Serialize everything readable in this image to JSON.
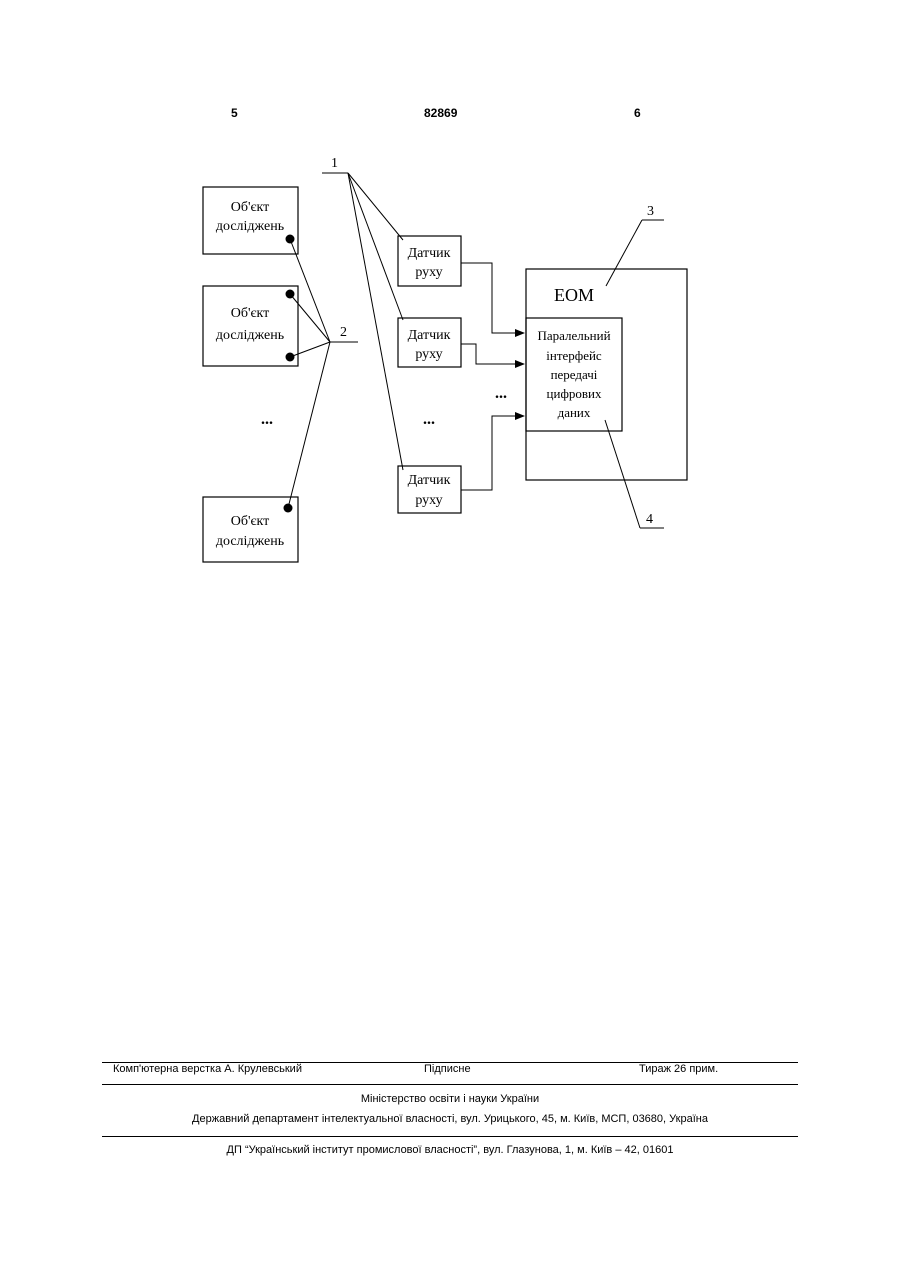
{
  "header": {
    "page_left": "5",
    "patent_number": "82869",
    "page_right": "6"
  },
  "diagram": {
    "objects": [
      {
        "line1": "Об'єкт",
        "line2": "досліджень"
      },
      {
        "line1": "Об'єкт",
        "line2": "досліджень"
      },
      {
        "line1": "Об'єкт",
        "line2": "досліджень"
      }
    ],
    "sensors": [
      {
        "line1": "Датчик",
        "line2": "руху"
      },
      {
        "line1": "Датчик",
        "line2": "руху"
      },
      {
        "line1": "Датчик",
        "line2": "руху"
      }
    ],
    "ellipsis": "...",
    "computer_label": "ЕОМ",
    "interface_lines": [
      "Паралельний",
      "інтерфейс",
      "передачі",
      "цифрових",
      "даних"
    ],
    "callouts": [
      "1",
      "2",
      "3",
      "4"
    ]
  },
  "footer": {
    "layout": "Комп'ютерна верстка А. Крулевський",
    "signed": "Підписне",
    "print_run": "Тираж 26 прим.",
    "ministry": "Міністерство освіти і науки України",
    "department": "Державний департамент інтелектуальної власності, вул. Урицького, 45, м. Київ, МСП, 03680, Україна",
    "institute": "ДП “Український інститут промислової власності”, вул. Глазунова, 1, м. Київ – 42, 01601"
  }
}
